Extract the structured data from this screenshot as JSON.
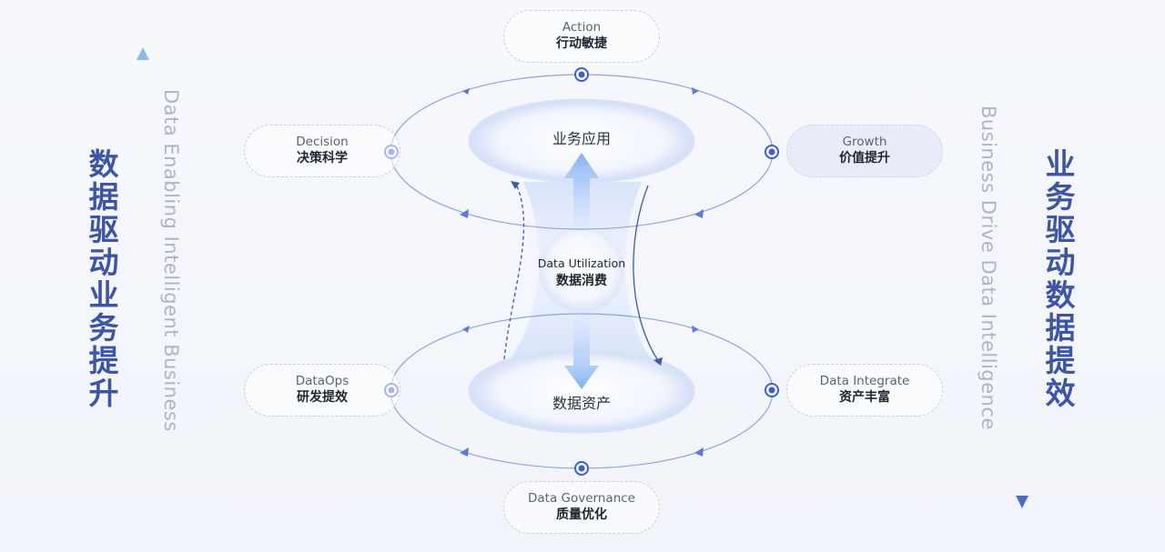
{
  "left": {
    "title_cn": [
      "数",
      "据",
      "驱",
      "动",
      "业",
      "务",
      "提",
      "升"
    ],
    "title_en": "Data Enabling Intelligent Business"
  },
  "right": {
    "title_cn": [
      "业",
      "务",
      "驱",
      "动",
      "数",
      "据",
      "提",
      "效"
    ],
    "title_en": "Business Drive Data Intelligence"
  },
  "nodes": {
    "action": {
      "en": "Action",
      "cn": "行动敏捷"
    },
    "decision": {
      "en": "Decision",
      "cn": "决策科学"
    },
    "growth": {
      "en": "Growth",
      "cn": "价值提升"
    },
    "dataops": {
      "en": "DataOps",
      "cn": "研发提效"
    },
    "integrate": {
      "en": "Data Integrate",
      "cn": "资产丰富"
    },
    "governance": {
      "en": "Data Governance",
      "cn": "质量优化"
    }
  },
  "core": {
    "top": "业务应用",
    "bottom": "数据资产",
    "center_en": "Data Utilization",
    "center_cn": "数据消费"
  },
  "colors": {
    "accent": "#3d55a8",
    "ring": "#8aa0e0",
    "dot": "#3b5bdb"
  }
}
